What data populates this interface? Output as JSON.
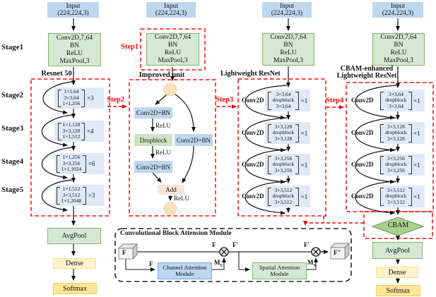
{
  "figure": {
    "stages": [
      "Stage1",
      "Stage2",
      "Stage3",
      "Stage4",
      "Stage5"
    ],
    "steps": [
      "Step1",
      "Step2",
      "Step3",
      "Step4"
    ],
    "input": {
      "line1": "Input",
      "line2": "(224,224,3)"
    },
    "stem": {
      "line1": "Conv2D,7,64",
      "line2": "BN",
      "line3": "ReLU",
      "line4": "MaxPool,3"
    },
    "resnet50": {
      "title": "Resnet 50",
      "blocks": [
        {
          "r1": "1×1,64",
          "r2": "3×3,64",
          "r3": "1×1,256",
          "mult": "×3"
        },
        {
          "r1": "1×1,128",
          "r2": "3×3,128",
          "r3": "1×1,512",
          "mult": "×4"
        },
        {
          "r1": "1×1,256",
          "r2": "3×3,256",
          "r3": "1×1,1024",
          "mult": "×6"
        },
        {
          "r1": "1×1,512",
          "r2": "3×3,512",
          "r3": "1×1,2048",
          "mult": "×3"
        }
      ],
      "avgpool": "AvgPool",
      "dense": "Dense",
      "softmax": "Softmax"
    },
    "improved": {
      "title": "Improved unit",
      "conv_bn": "Conv2D+BN",
      "relu": "ReLU",
      "dropblock": "Dropblock",
      "add": "Add"
    },
    "lightweight": {
      "title": "Lightweight ResNet",
      "skip": "Conv2D",
      "blocks": [
        {
          "r1": "3×3,64",
          "r2": "dropblock",
          "r3": "3×3,64",
          "mult": "×1"
        },
        {
          "r1": "3×3,128",
          "r2": "dropblock",
          "r3": "3×3,128",
          "mult": "×1"
        },
        {
          "r1": "3×3,256",
          "r2": "dropblock",
          "r3": "3×3,256",
          "mult": "×1"
        },
        {
          "r1": "3×3,512",
          "r2": "dropblock",
          "r3": "3×3,512",
          "mult": "×1"
        }
      ]
    },
    "cbam_net": {
      "title_line1": "CBAM-enhanced",
      "title_line2": "Lightweight ResNet",
      "skip": "Conv2D",
      "blocks": [
        {
          "r1": "3×3,64",
          "r2": "dropblock",
          "r3": "3×3,64",
          "mult": "×1"
        },
        {
          "r1": "3×3,128",
          "r2": "dropblock",
          "r3": "3×3,128",
          "mult": "×1"
        },
        {
          "r1": "3×3,256",
          "r2": "dropblock",
          "r3": "3×3,256",
          "mult": "×1"
        },
        {
          "r1": "3×3,512",
          "r2": "dropblock",
          "r3": "3×3,512",
          "mult": "×1"
        }
      ],
      "cbam": "CBAM",
      "avgpool": "AvgPool",
      "dense": "Dense",
      "softmax": "Softmax"
    },
    "cbam_module": {
      "title": "Convolutional Block Attension Module",
      "channel": "Channel Attention Module",
      "spatial": "Spatial Attention Module",
      "f_in": "F",
      "f_top": "F",
      "f_branch": "F",
      "f_prime1": "F'",
      "f_prime2": "F'",
      "f_out": "F\"",
      "m_base": "M",
      "mc_sub": "C",
      "ms_sub": "S"
    },
    "colors": {
      "input_blue": "#BDD7EE",
      "block_blue": "#DEEAF6",
      "green_fill": "#D5E8D4",
      "green_border": "#82B366",
      "dropblock_green": "#CDE3C2",
      "pale_yellow": "#FFF2CC",
      "yellow": "#FFE699",
      "peach": "#FBE5D6",
      "circle_cream": "#FAE3BB",
      "cbam_green": "#A9D08E",
      "red": "#FF0606"
    }
  }
}
